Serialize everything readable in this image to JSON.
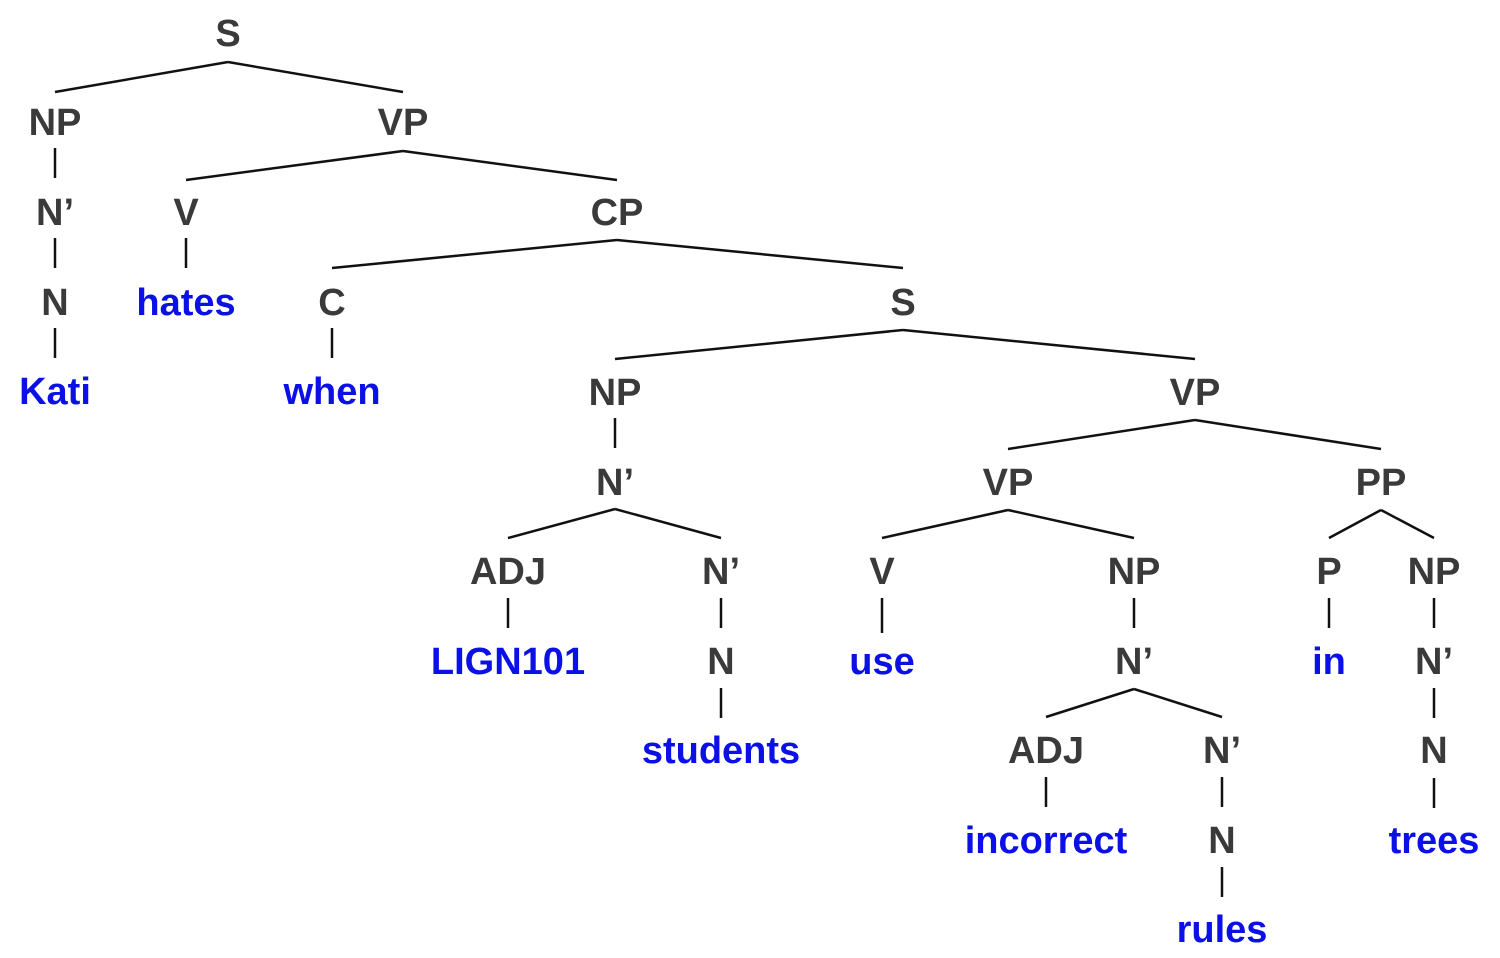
{
  "colors": {
    "category": "#3a3a3a",
    "word": "#0a10e6",
    "edge": "#111111"
  },
  "tree": {
    "root": {
      "label": "S",
      "np": {
        "label": "NP",
        "nbar": "N’",
        "n": "N",
        "word": "Kati"
      },
      "vp": {
        "label": "VP",
        "v": {
          "label": "V",
          "word": "hates"
        },
        "cp": {
          "label": "CP",
          "c": {
            "label": "C",
            "word": "when"
          },
          "s": {
            "label": "S",
            "np": {
              "label": "NP",
              "nbar": "N’",
              "adj": {
                "label": "ADJ",
                "word": "LIGN101"
              },
              "nbar2": {
                "label": "N’",
                "n": "N",
                "word": "students"
              }
            },
            "vp": {
              "label": "VP",
              "vp": {
                "label": "VP",
                "v": {
                  "label": "V",
                  "word": "use"
                },
                "np": {
                  "label": "NP",
                  "nbar": "N’",
                  "adj": {
                    "label": "ADJ",
                    "word": "incorrect"
                  },
                  "nbar2": {
                    "label": "N’",
                    "n": "N",
                    "word": "rules"
                  }
                }
              },
              "pp": {
                "label": "PP",
                "p": {
                  "label": "P",
                  "word": "in"
                },
                "np": {
                  "label": "NP",
                  "nbar": "N’",
                  "n": "N",
                  "word": "trees"
                }
              }
            }
          }
        }
      }
    }
  }
}
